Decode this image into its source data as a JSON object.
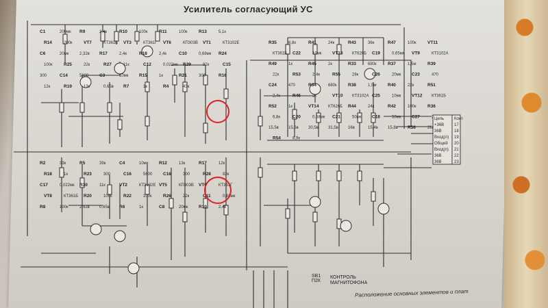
{
  "title": "Усилитель согласующий УС",
  "footer_caption": "Расположение основных элементов и плат",
  "switch": {
    "ref": "SB1",
    "type": "П2К",
    "caption": "КОНТРОЛЬ МАГНИТОФОНА"
  },
  "connector_table": {
    "rows": [
      {
        "name": "Цепь",
        "pin": "Конт"
      },
      {
        "name": "+36В",
        "pin": "17"
      },
      {
        "name": "36В",
        "pin": "18"
      },
      {
        "name": "Вход(л)",
        "pin": "19"
      },
      {
        "name": "Общий",
        "pin": "20"
      },
      {
        "name": "Вход(п)",
        "pin": "21"
      },
      {
        "name": "36В",
        "pin": "22"
      },
      {
        "name": "36В",
        "pin": "23"
      }
    ]
  },
  "left_labels": [
    {
      "t": "C1"
    },
    {
      "t": "200мк"
    },
    {
      "t": "R9"
    },
    {
      "t": "2,4к"
    },
    {
      "t": "R10"
    },
    {
      "t": "100к"
    },
    {
      "t": "R11"
    },
    {
      "t": "100к"
    },
    {
      "t": "R13"
    },
    {
      "t": "5,1к"
    },
    {
      "t": "R14"
    },
    {
      "t": "200к"
    },
    {
      "t": "VT7"
    },
    {
      "t": "КТ361Б"
    },
    {
      "t": "VT3"
    },
    {
      "t": "КТ361Г"
    },
    {
      "t": "VT6"
    },
    {
      "t": "КП303В"
    },
    {
      "t": "VT1"
    },
    {
      "t": "КТ3102Е"
    },
    {
      "t": "C6"
    },
    {
      "t": "20мк"
    },
    {
      "t": "2,32в"
    },
    {
      "t": "R17"
    },
    {
      "t": "2,4к"
    },
    {
      "t": "R18"
    },
    {
      "t": "2,4к"
    },
    {
      "t": "C10"
    },
    {
      "t": "0,68мк"
    },
    {
      "t": "R24"
    },
    {
      "t": "100к"
    },
    {
      "t": "R25"
    },
    {
      "t": "22к"
    },
    {
      "t": "R27"
    },
    {
      "t": "11к"
    },
    {
      "t": "C12"
    },
    {
      "t": "0,022мк"
    },
    {
      "t": "R29"
    },
    {
      "t": "82к"
    },
    {
      "t": "C15"
    },
    {
      "t": "300"
    },
    {
      "t": "C14"
    },
    {
      "t": "5600"
    },
    {
      "t": "C3"
    },
    {
      "t": "10мк"
    },
    {
      "t": "R15"
    },
    {
      "t": "1к"
    },
    {
      "t": "R21"
    },
    {
      "t": "300"
    },
    {
      "t": "R16"
    },
    {
      "t": "12к"
    },
    {
      "t": "R19"
    },
    {
      "t": "13к"
    },
    {
      "t": "0,65в"
    },
    {
      "t": "R7"
    },
    {
      "t": "1к"
    },
    {
      "t": "R4"
    },
    {
      "t": "43к"
    }
  ],
  "lower_left_labels": [
    {
      "t": "R2"
    },
    {
      "t": "33к"
    },
    {
      "t": "R5"
    },
    {
      "t": "39к"
    },
    {
      "t": "C4"
    },
    {
      "t": "10мк"
    },
    {
      "t": "R12"
    },
    {
      "t": "13к"
    },
    {
      "t": "R17"
    },
    {
      "t": "12к"
    },
    {
      "t": "R18"
    },
    {
      "t": "1к"
    },
    {
      "t": "R23"
    },
    {
      "t": "300"
    },
    {
      "t": "C16"
    },
    {
      "t": "5600"
    },
    {
      "t": "C16"
    },
    {
      "t": "300"
    },
    {
      "t": "R28"
    },
    {
      "t": "82к"
    },
    {
      "t": "C17"
    },
    {
      "t": "0,022мк"
    },
    {
      "t": "R30"
    },
    {
      "t": "11к"
    },
    {
      "t": "VT2"
    },
    {
      "t": "КТ3102Е"
    },
    {
      "t": "VT5"
    },
    {
      "t": "КП303В"
    },
    {
      "t": "VT6"
    },
    {
      "t": "КТ361Г"
    },
    {
      "t": "VT8"
    },
    {
      "t": "КТ361Б"
    },
    {
      "t": "R20"
    },
    {
      "t": "100к"
    },
    {
      "t": "R22"
    },
    {
      "t": "100к"
    },
    {
      "t": "R26"
    },
    {
      "t": "22к"
    },
    {
      "t": "C11"
    },
    {
      "t": "0,68мк"
    },
    {
      "t": "R8"
    },
    {
      "t": "100к"
    },
    {
      "t": "2,92в"
    },
    {
      "t": "0,65в"
    },
    {
      "t": "R6"
    },
    {
      "t": "1к"
    },
    {
      "t": "C8"
    },
    {
      "t": "20мк"
    },
    {
      "t": "R10"
    },
    {
      "t": "2,4к"
    }
  ],
  "right_labels": [
    {
      "t": "R35"
    },
    {
      "t": "6,8к"
    },
    {
      "t": "R41"
    },
    {
      "t": "24к"
    },
    {
      "t": "R43"
    },
    {
      "t": "36к"
    },
    {
      "t": "R47"
    },
    {
      "t": "100к"
    },
    {
      "t": "VT11"
    },
    {
      "t": "КТ361Б"
    },
    {
      "t": "C22"
    },
    {
      "t": "10мк"
    },
    {
      "t": "VT13"
    },
    {
      "t": "КТ626Б"
    },
    {
      "t": "C19"
    },
    {
      "t": "0,65мк"
    },
    {
      "t": "VT9"
    },
    {
      "t": "КТ3102А"
    },
    {
      "t": "R49"
    },
    {
      "t": "1к"
    },
    {
      "t": "R45"
    },
    {
      "t": "2к"
    },
    {
      "t": "R33"
    },
    {
      "t": "680к"
    },
    {
      "t": "R37"
    },
    {
      "t": "1,5м"
    },
    {
      "t": "R39"
    },
    {
      "t": "22к"
    },
    {
      "t": "R53"
    },
    {
      "t": "2,4к"
    },
    {
      "t": "R55"
    },
    {
      "t": "28к"
    },
    {
      "t": "C26"
    },
    {
      "t": "20мк"
    },
    {
      "t": "C23"
    },
    {
      "t": "470"
    },
    {
      "t": "C24"
    },
    {
      "t": "470"
    },
    {
      "t": "R34"
    },
    {
      "t": "680к"
    },
    {
      "t": "R38"
    },
    {
      "t": "1,5м"
    },
    {
      "t": "R40"
    },
    {
      "t": "22к"
    },
    {
      "t": "R51"
    },
    {
      "t": "2,4к"
    },
    {
      "t": "R46"
    },
    {
      "t": "2к"
    },
    {
      "t": "VT10"
    },
    {
      "t": "КТ3102А"
    },
    {
      "t": "C25"
    },
    {
      "t": "10мк"
    },
    {
      "t": "VT12"
    },
    {
      "t": "КТ361Б"
    },
    {
      "t": "R52"
    },
    {
      "t": "1к"
    },
    {
      "t": "VT14"
    },
    {
      "t": "КТ626Б"
    },
    {
      "t": "R44"
    },
    {
      "t": "24к"
    },
    {
      "t": "R42"
    },
    {
      "t": "100к"
    },
    {
      "t": "R36"
    },
    {
      "t": "6,8к"
    },
    {
      "t": "C20"
    },
    {
      "t": "0,68мк"
    },
    {
      "t": "C21"
    },
    {
      "t": "50мк"
    },
    {
      "t": "C18"
    },
    {
      "t": "50мк"
    },
    {
      "t": "C27"
    },
    {
      "t": "20мк"
    },
    {
      "t": "15,5в"
    },
    {
      "t": "15,6в"
    },
    {
      "t": "30,5в"
    },
    {
      "t": "31,5в"
    },
    {
      "t": "16в"
    },
    {
      "t": "15,4в"
    },
    {
      "t": "15,8в"
    },
    {
      "t": "R56"
    },
    {
      "t": "28к"
    },
    {
      "t": "R54"
    },
    {
      "t": "8,9к"
    }
  ],
  "highlight": {
    "color": "#e02020"
  }
}
